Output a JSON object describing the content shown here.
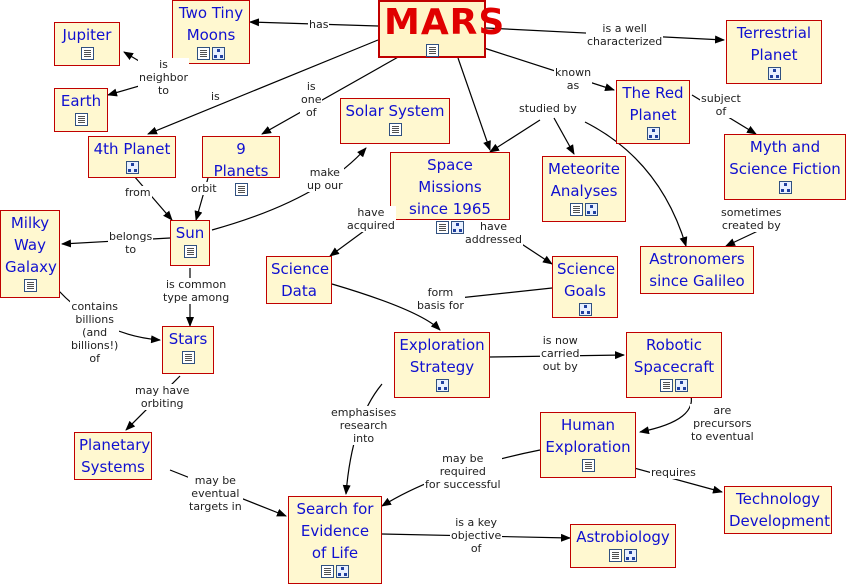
{
  "concepts": {
    "mars": {
      "label": "MARS",
      "icons": [
        "doc"
      ]
    },
    "two_tiny_moons": {
      "label": "Two Tiny\nMoons",
      "icons": [
        "doc",
        "map"
      ]
    },
    "jupiter": {
      "label": "Jupiter",
      "icons": [
        "doc"
      ]
    },
    "earth": {
      "label": "Earth",
      "icons": [
        "doc"
      ]
    },
    "terrestrial_planet": {
      "label": "Terrestrial\nPlanet",
      "icons": [
        "map"
      ]
    },
    "the_red_planet": {
      "label": "The Red\nPlanet",
      "icons": [
        "map"
      ]
    },
    "fourth_planet": {
      "label": "4th Planet",
      "icons": [
        "map"
      ]
    },
    "nine_planets": {
      "label": "9 Planets",
      "icons": [
        "doc"
      ]
    },
    "solar_system": {
      "label": "Solar System",
      "icons": [
        "doc"
      ]
    },
    "space_missions": {
      "label": "Space Missions\nsince 1965",
      "icons": [
        "doc",
        "map"
      ]
    },
    "meteorite_analyses": {
      "label": "Meteorite\nAnalyses",
      "icons": [
        "doc",
        "map"
      ]
    },
    "myth_scifi": {
      "label": "Myth and\nScience Fiction",
      "icons": [
        "map"
      ]
    },
    "milky_way": {
      "label": "Milky\nWay\nGalaxy",
      "icons": [
        "doc"
      ]
    },
    "sun": {
      "label": "Sun",
      "icons": [
        "doc"
      ]
    },
    "science_data": {
      "label": "Science\nData",
      "icons": []
    },
    "science_goals": {
      "label": "Science\nGoals",
      "icons": [
        "map"
      ]
    },
    "astronomers": {
      "label": "Astronomers\nsince Galileo",
      "icons": []
    },
    "stars": {
      "label": "Stars",
      "icons": [
        "doc"
      ]
    },
    "exploration_strategy": {
      "label": "Exploration\nStrategy",
      "icons": [
        "map"
      ]
    },
    "robotic_spacecraft": {
      "label": "Robotic\nSpacecraft",
      "icons": [
        "doc",
        "map"
      ]
    },
    "planetary_systems": {
      "label": "Planetary\nSystems",
      "icons": []
    },
    "human_exploration": {
      "label": "Human\nExploration",
      "icons": [
        "doc"
      ]
    },
    "technology_development": {
      "label": "Technology\nDevelopment",
      "icons": []
    },
    "search_for_life": {
      "label": "Search for\nEvidence\nof Life",
      "icons": [
        "doc",
        "map"
      ]
    },
    "astrobiology": {
      "label": "Astrobiology",
      "icons": [
        "doc",
        "map"
      ]
    }
  },
  "link_labels": {
    "has": "has",
    "is_well_characterized": "is a well\ncharacterized",
    "is_neighbor_to": "is\nneighbor\nto",
    "is": "is",
    "is_one_of": "is\none\nof",
    "known_as": "known\nas",
    "studied_by": "studied by",
    "subject_of": "subject\nof",
    "make_up_our": "make\nup our",
    "from": "from",
    "orbit": "orbit",
    "have_acquired": "have\nacquired",
    "have_addressed": "have\naddressed",
    "sometimes_created_by": "sometimes\ncreated by",
    "belongs_to": "belongs\nto",
    "is_common_type_among": "is common\ntype among",
    "form_basis_for": "form\nbasis for",
    "contains_billions": "contains\nbillions\n(and\nbillions!)\nof",
    "is_now_carried_out_by": "is now\ncarried\nout by",
    "may_have_orbiting": "may have\norbiting",
    "emphasises_research_into": "emphasises\nresearch\ninto",
    "are_precursors": "are\nprecursors\nto eventual",
    "may_be_required": "may be\nrequired\nfor successful",
    "requires": "requires",
    "may_be_eventual_targets": "may be\neventual\ntargets in",
    "is_key_objective_of": "is a key\nobjective\nof"
  }
}
